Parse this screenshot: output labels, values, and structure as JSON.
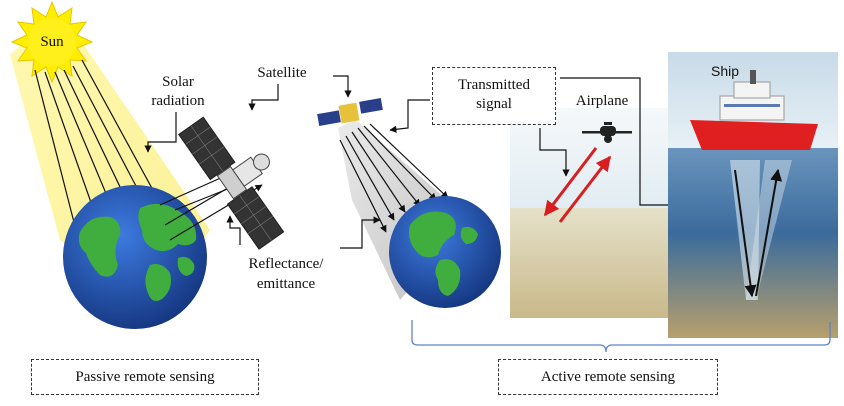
{
  "labels": {
    "sun": "Sun",
    "solar_radiation_line1": "Solar",
    "solar_radiation_line2": "radiation",
    "satellite": "Satellite",
    "reflectance_line1": "Reflectance/",
    "reflectance_line2": "emittance",
    "transmitted_line1": "Transmitted",
    "transmitted_line2": "signal",
    "airplane": "Airplane",
    "ship": "Ship",
    "passive": "Passive remote sensing",
    "active": "Active remote sensing"
  },
  "colors": {
    "sun": "#ffee00",
    "solar_beam": "#fbf3a0",
    "ocean": "#1e4fa8",
    "land": "#3fae3f",
    "sea_water": "#3d6fa6",
    "ship_hull": "#e02020",
    "signal_arrow": "#d81e1e",
    "bracket": "#5b86c6"
  }
}
